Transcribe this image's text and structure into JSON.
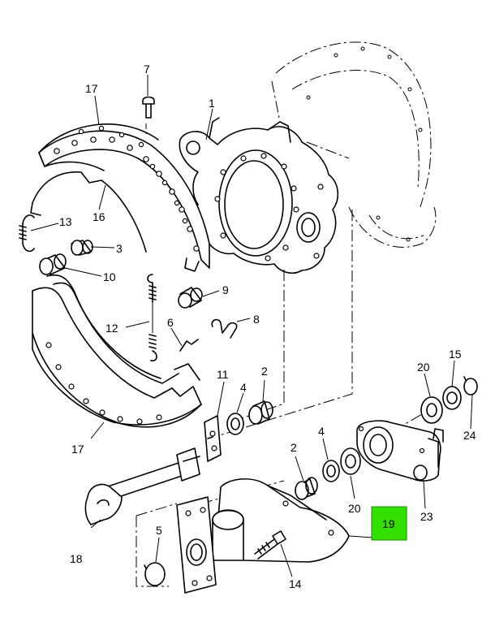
{
  "diagram": {
    "callouts": [
      {
        "id": "c1",
        "label": "1"
      },
      {
        "id": "c2a",
        "label": "2"
      },
      {
        "id": "c2b",
        "label": "2"
      },
      {
        "id": "c3",
        "label": "3"
      },
      {
        "id": "c4a",
        "label": "4"
      },
      {
        "id": "c4b",
        "label": "4"
      },
      {
        "id": "c5",
        "label": "5"
      },
      {
        "id": "c6",
        "label": "6"
      },
      {
        "id": "c7",
        "label": "7"
      },
      {
        "id": "c8",
        "label": "8"
      },
      {
        "id": "c9",
        "label": "9"
      },
      {
        "id": "c10",
        "label": "10"
      },
      {
        "id": "c11",
        "label": "11"
      },
      {
        "id": "c12",
        "label": "12"
      },
      {
        "id": "c13",
        "label": "13"
      },
      {
        "id": "c14",
        "label": "14"
      },
      {
        "id": "c15",
        "label": "15"
      },
      {
        "id": "c16",
        "label": "16"
      },
      {
        "id": "c17a",
        "label": "17"
      },
      {
        "id": "c17b",
        "label": "17"
      },
      {
        "id": "c18",
        "label": "18"
      },
      {
        "id": "c19",
        "label": "19"
      },
      {
        "id": "c20a",
        "label": "20"
      },
      {
        "id": "c20b",
        "label": "20"
      },
      {
        "id": "c23",
        "label": "23"
      },
      {
        "id": "c24",
        "label": "24"
      }
    ],
    "highlight": {
      "label": "19",
      "color": "#33e000"
    }
  }
}
